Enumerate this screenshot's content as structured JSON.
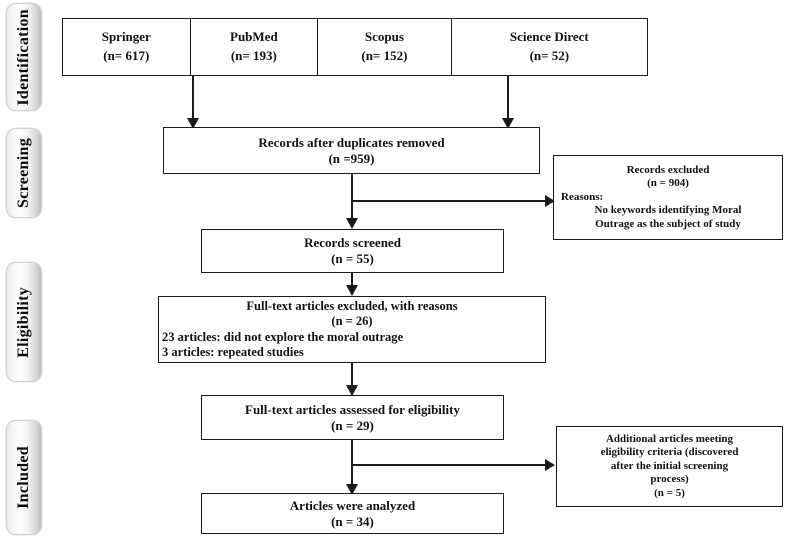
{
  "figure": {
    "type": "prisma-flow-diagram",
    "background_color": "#ffffff",
    "line_color": "#1a1a1a"
  },
  "stages": [
    {
      "label": "Identification"
    },
    {
      "label": "Screening"
    },
    {
      "label": "Eligibility"
    },
    {
      "label": "Included"
    }
  ],
  "sources": [
    {
      "name": "Springer",
      "count": "(n= 617)"
    },
    {
      "name": "PubMed",
      "count": "(n= 193)"
    },
    {
      "name": "Scopus",
      "count": "(n= 152)"
    },
    {
      "name": "Science Direct",
      "count": "(n= 52)"
    }
  ],
  "boxes": {
    "duplicates_removed": {
      "line1": "Records after duplicates removed",
      "line2": "(n =959)"
    },
    "records_excluded": {
      "line1": "Records excluded",
      "line2": "(n = 904)",
      "line3": "Reasons:",
      "line4": "No keywords identifying Moral",
      "line5": "Outrage as the subject of study"
    },
    "records_screened": {
      "line1": "Records screened",
      "line2": "(n = 55)"
    },
    "fulltext_excluded": {
      "line1": "Full-text articles excluded, with reasons",
      "line2": "(n = 26)",
      "line3": "23 articles: did not explore the moral outrage",
      "line4": "3 articles: repeated studies"
    },
    "fulltext_assessed": {
      "line1": "Full-text articles assessed for eligibility",
      "line2": "(n = 29)"
    },
    "additional_articles": {
      "line1": "Additional articles meeting",
      "line2": "eligibility criteria (discovered",
      "line3": "after the initial screening",
      "line4": "process)",
      "line5": "(n = 5)"
    },
    "articles_analyzed": {
      "line1": "Articles were analyzed",
      "line2": "(n = 34)"
    }
  }
}
